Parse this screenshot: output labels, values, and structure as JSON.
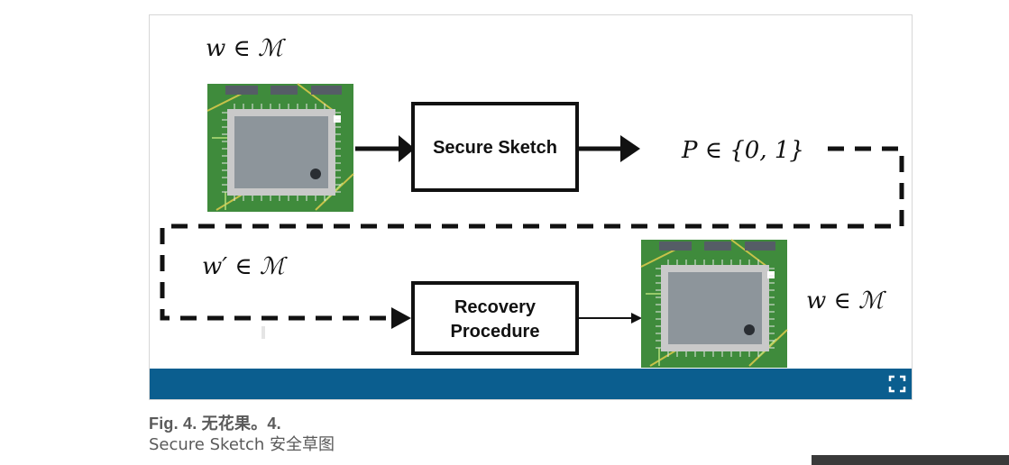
{
  "figure": {
    "math_w_in_M": "w ∈ ℳ",
    "math_P_in": "P ∈ {0, 1}",
    "math_w_prime_in_M": "w′ ∈ ℳ",
    "math_w_out": "w ∈ ℳ",
    "secure_sketch_label": "Secure Sketch",
    "recovery_line1": "Recovery",
    "recovery_line2": "Procedure"
  },
  "caption": {
    "line1": "Fig. 4.  无花果。4.",
    "line2": "Secure Sketch 安全草图"
  },
  "colors": {
    "bar": "#0b5e8f",
    "pcb_green": "#3e8a3a",
    "chip_gray": "#8c949a"
  },
  "icons": {
    "expand": "expand-icon",
    "chip": "microchip-image"
  }
}
